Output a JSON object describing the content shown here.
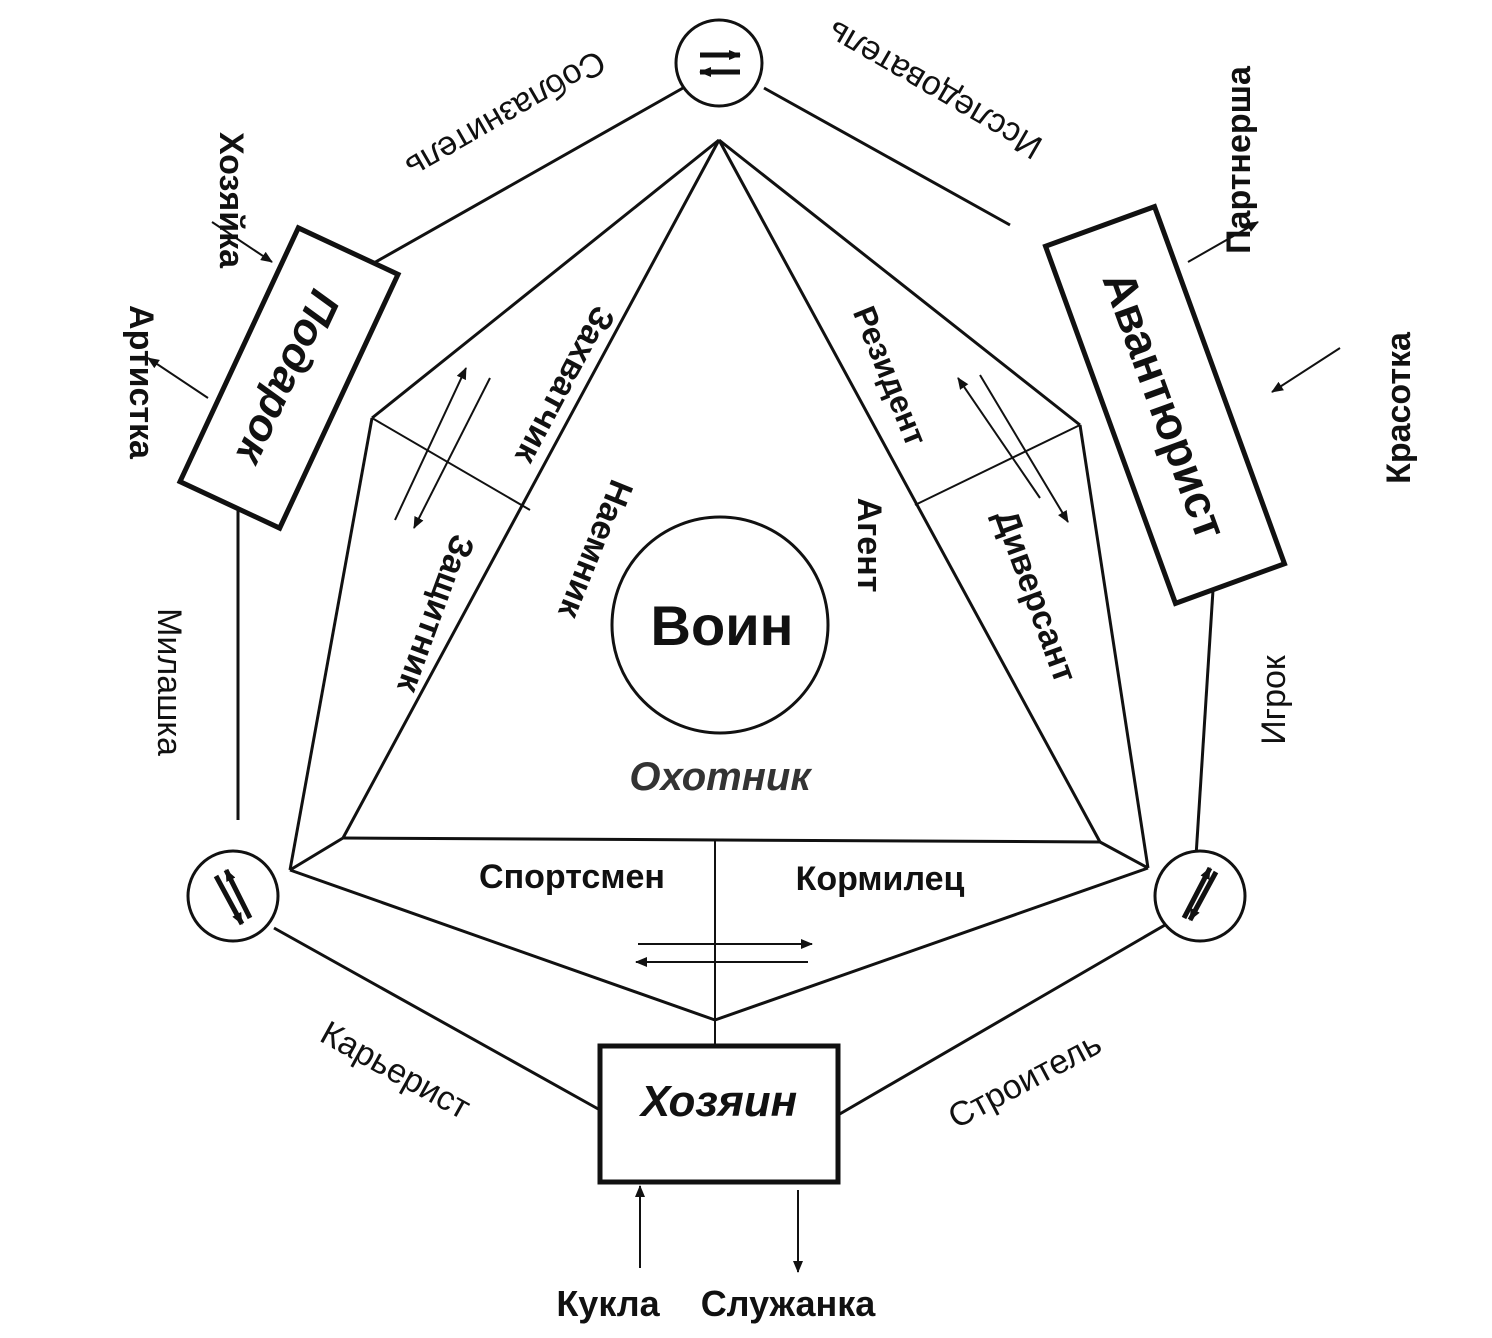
{
  "center": {
    "label": "Воин",
    "sub_label": "Охотник"
  },
  "boxes": {
    "left": "Подарок",
    "right": "Авантюрист",
    "bottom": "Хозяин"
  },
  "triangle": {
    "left_outer": "Захватчик",
    "left_outer_2": "Защитник",
    "left_inner": "Наемник",
    "right_outer": "Резидент",
    "right_outer_2": "Диверсант",
    "right_inner": "Агент",
    "bottom_left": "Спортсмен",
    "bottom_right": "Кормилец"
  },
  "outer_edges": {
    "top_left": "Соблазнитель",
    "top_right": "Исследователь",
    "left": "Милашка",
    "right": "Игрок",
    "bottom_left": "Карьерист",
    "bottom_right": "Строитель"
  },
  "io": {
    "left_in": "Хозяйка",
    "left_out": "Артистка",
    "right_out": "Партнерша",
    "right_in": "Красотка",
    "bottom_in": "Кукла",
    "bottom_out": "Служанка"
  }
}
